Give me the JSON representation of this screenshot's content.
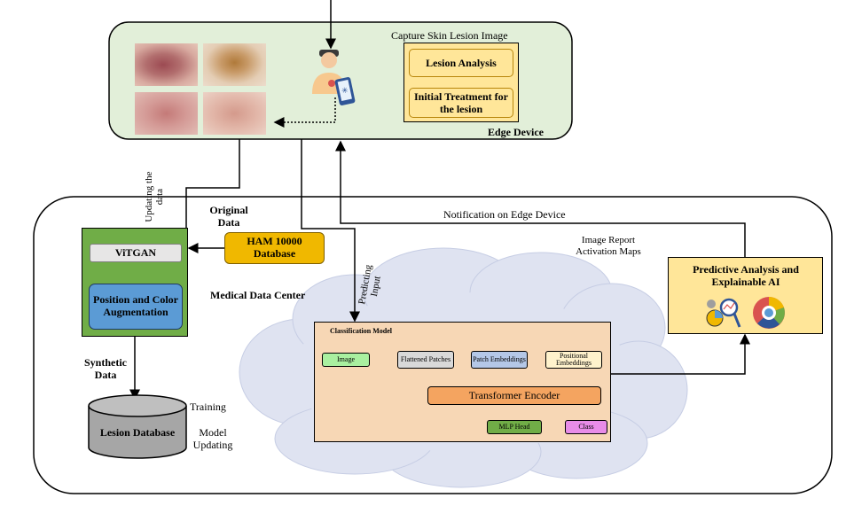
{
  "edge_device": {
    "title": "Edge Device",
    "capture_label": "Capture Skin Lesion Image",
    "lesion_analysis": "Lesion Analysis",
    "initial_treatment": "Initial Treatment for the lesion"
  },
  "data_center": {
    "title": "Medical Data Center",
    "vitgan": "ViTGAN",
    "augmentation": "Position and Color Augmentation",
    "ham_database": "HAM 10000 Database",
    "original_data": "Original Data",
    "synthetic_data": "Synthetic Data",
    "lesion_database": "Lesion Database",
    "training": "Training",
    "model_updating": "Model Updating"
  },
  "flows": {
    "updating_data": "Updating the data",
    "predicting_input": "Predicting Input",
    "notification": "Notification on Edge Device",
    "image_report": "Image Report",
    "activation_maps": "Activation Maps"
  },
  "classification": {
    "title": "Classification Model",
    "image": "Image",
    "flattened": "Flattened Patches",
    "patch_emb": "Patch Embeddings",
    "pos_emb": "Positional Embeddings",
    "encoder": "Transformer Encoder",
    "mlp": "MLP Head",
    "class": "Class"
  },
  "predictive": {
    "title": "Predictive Analysis and Explainable AI"
  },
  "colors": {
    "edge_bg": "#e2efd9",
    "yellow": "#ffe699",
    "green": "#70ad47",
    "blue": "#5b9bd5",
    "orange_gold": "#f0b800",
    "peach": "#f7d7b5",
    "encoder": "#f4a460",
    "cloud": "#dfe3f1"
  }
}
